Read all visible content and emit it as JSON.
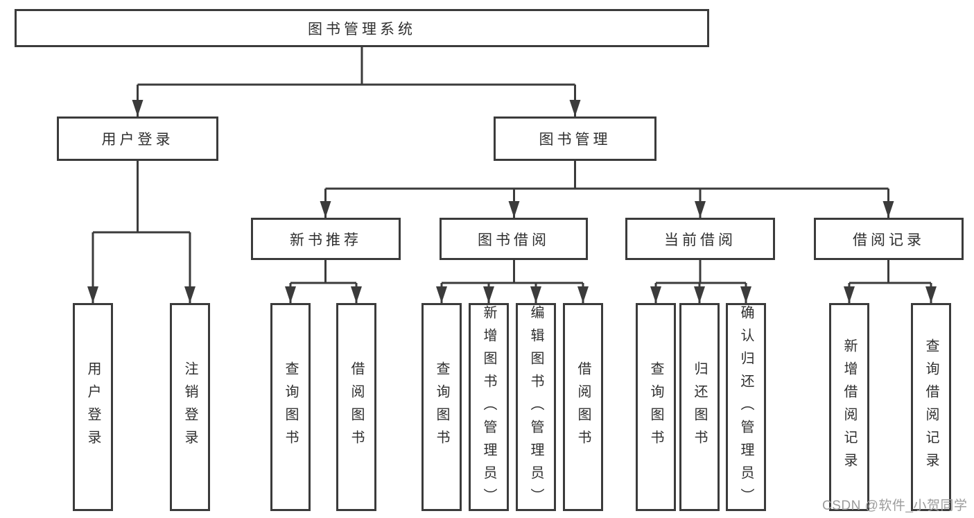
{
  "nodes": {
    "root": "图书管理系统",
    "level2": [
      "用户登录",
      "图书管理"
    ],
    "level3": [
      "新书推荐",
      "图书借阅",
      "当前借阅",
      "借阅记录"
    ],
    "leaves_login": [
      "用户登录",
      "注销登录"
    ],
    "leaves_newbook": [
      "查询图书",
      "借阅图书"
    ],
    "leaves_borrow": [
      "查询图书",
      "新增图书（管理员）",
      "编辑图书（管理员）",
      "借阅图书"
    ],
    "leaves_current": [
      "查询图书",
      "归还图书",
      "确认归还（管理员）"
    ],
    "leaves_record": [
      "新增借阅记录",
      "查询借阅记录"
    ]
  },
  "watermark": "CSDN @软件_小贺同学",
  "colors": {
    "line": "#3b3b3b",
    "text": "#2f2f2f",
    "watermark": "#9c9c9c",
    "background": "#ffffff"
  }
}
